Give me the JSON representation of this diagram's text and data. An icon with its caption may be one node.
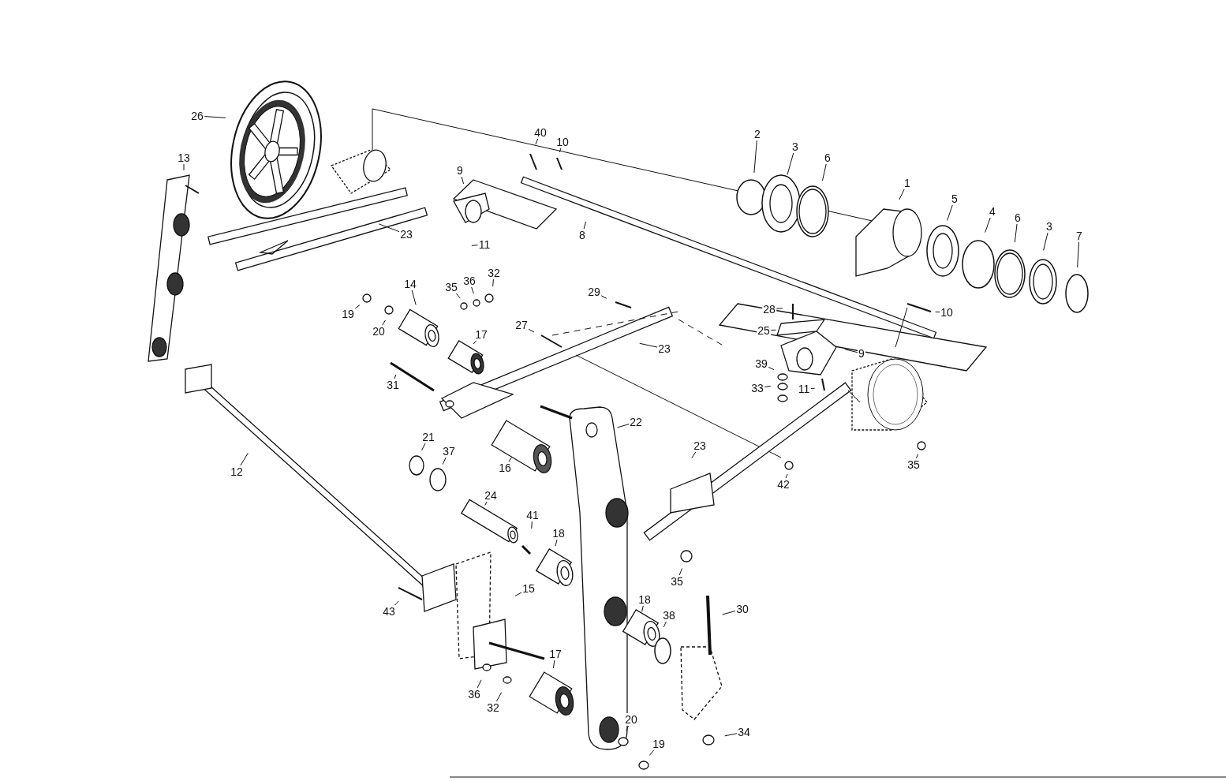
{
  "diagram": {
    "nodes": [
      {
        "text": [
          "26"
        ]
      },
      {
        "text": [
          "13"
        ]
      },
      {
        "text": [
          "9"
        ]
      },
      {
        "text": [
          "40"
        ]
      },
      {
        "text": [
          "10"
        ]
      },
      {
        "text": [
          "2"
        ]
      },
      {
        "text": [
          "3"
        ]
      },
      {
        "text": [
          "6"
        ]
      },
      {
        "text": [
          "1"
        ]
      },
      {
        "text": [
          "5"
        ]
      },
      {
        "text": [
          "4"
        ]
      },
      {
        "text": [
          "6"
        ]
      },
      {
        "text": [
          "3"
        ]
      },
      {
        "text": [
          "7"
        ]
      },
      {
        "text": [
          "23"
        ]
      },
      {
        "text": [
          "11"
        ]
      },
      {
        "text": [
          "8"
        ]
      },
      {
        "text": [
          "14"
        ]
      },
      {
        "text": [
          "35"
        ]
      },
      {
        "text": [
          "36"
        ]
      },
      {
        "text": [
          "32"
        ]
      },
      {
        "text": [
          "19"
        ]
      },
      {
        "text": [
          "20"
        ]
      },
      {
        "text": [
          "17"
        ]
      },
      {
        "text": [
          "29"
        ]
      },
      {
        "text": [
          "27"
        ]
      },
      {
        "text": [
          "23"
        ]
      },
      {
        "text": [
          "28"
        ]
      },
      {
        "text": [
          "25"
        ]
      },
      {
        "text": [
          "9"
        ]
      },
      {
        "text": [
          "10"
        ]
      },
      {
        "text": [
          "39"
        ]
      },
      {
        "text": [
          "33"
        ]
      },
      {
        "text": [
          "11"
        ]
      },
      {
        "text": [
          "31"
        ]
      },
      {
        "text": [
          "22"
        ]
      },
      {
        "text": [
          "21"
        ]
      },
      {
        "text": [
          "37"
        ]
      },
      {
        "text": [
          "16"
        ]
      },
      {
        "text": [
          "23"
        ]
      },
      {
        "text": [
          "42"
        ]
      },
      {
        "text": [
          "35"
        ]
      },
      {
        "text": [
          "12"
        ]
      },
      {
        "text": [
          "24"
        ]
      },
      {
        "text": [
          "41"
        ]
      },
      {
        "text": [
          "18"
        ]
      },
      {
        "text": [
          "35"
        ]
      },
      {
        "text": [
          "30"
        ]
      },
      {
        "text": [
          "43"
        ]
      },
      {
        "text": [
          "18"
        ]
      },
      {
        "text": [
          "38"
        ]
      },
      {
        "text": [
          "15"
        ]
      },
      {
        "text": [
          "17"
        ]
      },
      {
        "text": [
          "36"
        ]
      },
      {
        "text": [
          "32"
        ]
      },
      {
        "text": [
          "34"
        ]
      },
      {
        "text": [
          "20"
        ]
      },
      {
        "text": [
          "19"
        ]
      }
    ],
    "edges": [
      {
        "from": 0,
        "to": null,
        "arrow": "none"
      },
      {
        "from": 1,
        "to": null,
        "arrow": "none"
      },
      {
        "from": 2,
        "to": null,
        "arrow": "none"
      },
      {
        "from": 3,
        "to": null,
        "arrow": "none"
      },
      {
        "from": 4,
        "to": null,
        "arrow": "none"
      },
      {
        "from": 5,
        "to": null,
        "arrow": "none"
      },
      {
        "from": 6,
        "to": null,
        "arrow": "none"
      },
      {
        "from": 7,
        "to": null,
        "arrow": "none"
      },
      {
        "from": 8,
        "to": null,
        "arrow": "none"
      },
      {
        "from": 9,
        "to": null,
        "arrow": "none"
      },
      {
        "from": 10,
        "to": null,
        "arrow": "none"
      },
      {
        "from": 11,
        "to": null,
        "arrow": "none"
      },
      {
        "from": 12,
        "to": null,
        "arrow": "none"
      },
      {
        "from": 13,
        "to": null,
        "arrow": "none"
      },
      {
        "from": 14,
        "to": null,
        "arrow": "none"
      },
      {
        "from": 15,
        "to": null,
        "arrow": "none"
      },
      {
        "from": 16,
        "to": null,
        "arrow": "none"
      },
      {
        "from": 17,
        "to": null,
        "arrow": "none"
      },
      {
        "from": 18,
        "to": null,
        "arrow": "none"
      },
      {
        "from": 19,
        "to": null,
        "arrow": "none"
      },
      {
        "from": 20,
        "to": null,
        "arrow": "none"
      },
      {
        "from": 21,
        "to": null,
        "arrow": "none"
      },
      {
        "from": 22,
        "to": null,
        "arrow": "none"
      },
      {
        "from": 23,
        "to": null,
        "arrow": "none"
      },
      {
        "from": 24,
        "to": null,
        "arrow": "none"
      },
      {
        "from": 25,
        "to": null,
        "arrow": "none"
      },
      {
        "from": 26,
        "to": null,
        "arrow": "none"
      },
      {
        "from": 27,
        "to": null,
        "arrow": "none"
      },
      {
        "from": 28,
        "to": null,
        "arrow": "none"
      },
      {
        "from": 29,
        "to": null,
        "arrow": "none"
      },
      {
        "from": 30,
        "to": null,
        "arrow": "none"
      },
      {
        "from": 31,
        "to": null,
        "arrow": "none"
      },
      {
        "from": 32,
        "to": null,
        "arrow": "none"
      },
      {
        "from": 33,
        "to": null,
        "arrow": "none"
      },
      {
        "from": 34,
        "to": null,
        "arrow": "none"
      },
      {
        "from": 35,
        "to": null,
        "arrow": "none"
      },
      {
        "from": 36,
        "to": null,
        "arrow": "none"
      },
      {
        "from": 37,
        "to": null,
        "arrow": "none"
      },
      {
        "from": 38,
        "to": null,
        "arrow": "none"
      },
      {
        "from": 39,
        "to": null,
        "arrow": "none"
      },
      {
        "from": 40,
        "to": null,
        "arrow": "none"
      },
      {
        "from": 41,
        "to": null,
        "arrow": "none"
      },
      {
        "from": 42,
        "to": null,
        "arrow": "none"
      },
      {
        "from": 43,
        "to": null,
        "arrow": "none"
      },
      {
        "from": 44,
        "to": null,
        "arrow": "none"
      },
      {
        "from": 45,
        "to": null,
        "arrow": "none"
      },
      {
        "from": 46,
        "to": null,
        "arrow": "none"
      },
      {
        "from": 47,
        "to": null,
        "arrow": "none"
      },
      {
        "from": 48,
        "to": null,
        "arrow": "none"
      },
      {
        "from": 49,
        "to": null,
        "arrow": "none"
      },
      {
        "from": 50,
        "to": null,
        "arrow": "none"
      },
      {
        "from": 51,
        "to": null,
        "arrow": "none"
      },
      {
        "from": 52,
        "to": null,
        "arrow": "none"
      },
      {
        "from": 53,
        "to": null,
        "arrow": "none"
      },
      {
        "from": 54,
        "to": null,
        "arrow": "none"
      },
      {
        "from": 55,
        "to": null,
        "arrow": "none"
      },
      {
        "from": 56,
        "to": null,
        "arrow": "none"
      },
      {
        "from": 57,
        "to": null,
        "arrow": "none"
      }
    ]
  }
}
